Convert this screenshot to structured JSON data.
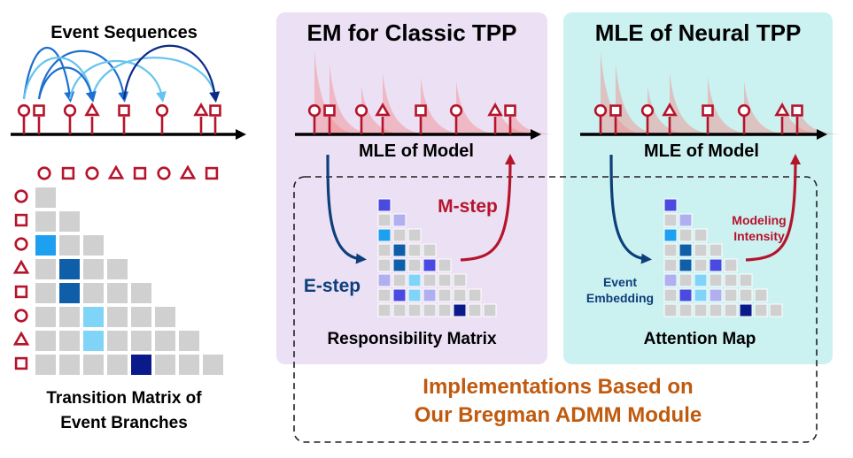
{
  "colors": {
    "symbol": "#b5142b",
    "impl_text": "#c05a0e",
    "em_panel": "#ece0f5",
    "mle_panel": "#ccf1f1",
    "estep_arrow": "#0d3f7a",
    "mstep_arrow": "#b5142b",
    "cell_gray": "#d0d0d0",
    "cell_navy": "#0a1a8a",
    "cell_mid_blue": "#0f5ea8",
    "cell_bright_blue": "#1ea0f0",
    "cell_light_blue": "#80d4f8",
    "cell_periwinkle": "#4a4ae0",
    "cell_lavender": "#b0b0f0"
  },
  "left": {
    "title": "Event Sequences",
    "event_types": [
      "circle",
      "square",
      "circle",
      "triangle",
      "square",
      "circle",
      "triangle",
      "square"
    ],
    "matrix_caption_line1": "Transition Matrix of",
    "matrix_caption_line2": "Event Branches"
  },
  "em_panel": {
    "title": "EM for Classic TPP",
    "mle_label": "MLE of Model",
    "estep_label": "E-step",
    "mstep_label": "M-step",
    "matrix_caption": "Responsibility Matrix"
  },
  "mle_panel": {
    "title": "MLE of Neural TPP",
    "mle_label": "MLE of Model",
    "input_label_line1": "Event",
    "input_label_line2": "Embedding",
    "output_label_line1": "Modeling",
    "output_label_line2": "Intensity",
    "matrix_caption": "Attention Map"
  },
  "implementation": {
    "line1": "Implementations Based on",
    "line2": "Our Bregman ADMM Module"
  }
}
